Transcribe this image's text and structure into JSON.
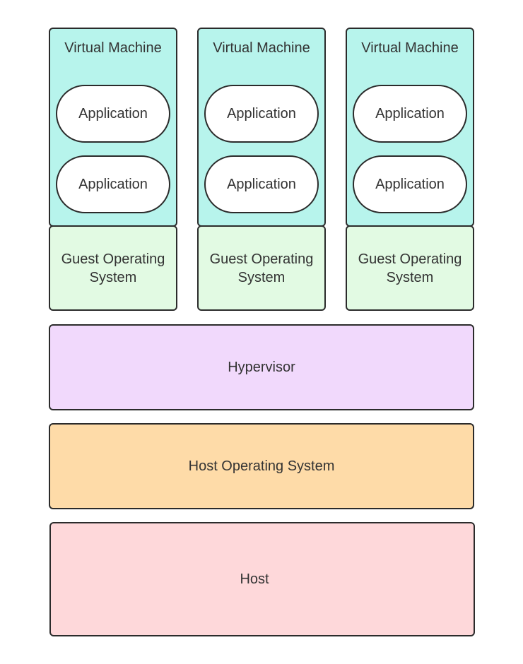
{
  "vm_columns": [
    {
      "title": "Virtual Machine",
      "applications": [
        "Application",
        "Application"
      ],
      "guest_os": "Guest Operating System"
    },
    {
      "title": "Virtual Machine",
      "applications": [
        "Application",
        "Application"
      ],
      "guest_os": "Guest Operating System"
    },
    {
      "title": "Virtual Machine",
      "applications": [
        "Application",
        "Application"
      ],
      "guest_os": "Guest Operating System"
    }
  ],
  "layers": {
    "hypervisor": "Hypervisor",
    "host_os": "Host Operating System",
    "host": "Host"
  },
  "colors": {
    "virtual_machine": "#b7f4ec",
    "application": "#ffffff",
    "guest_os": "#e2fae3",
    "hypervisor": "#f1d9fc",
    "host_os": "#fedba8",
    "host": "#fed8da",
    "border": "#2b2b2b",
    "text": "#333333"
  }
}
